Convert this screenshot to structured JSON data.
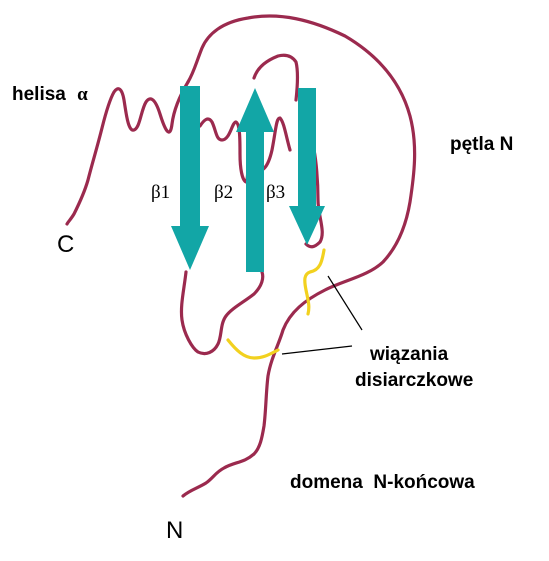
{
  "labels": {
    "helix": "helisa",
    "helix_symbol": "α",
    "loop": "pętla N",
    "strand1": "β1",
    "strand2": "β2",
    "strand3": "β3",
    "c_terminus": "C",
    "n_terminus": "N",
    "disulfide_line1": "wiązania",
    "disulfide_line2": "disiarczkowe",
    "n_domain": "domena  N-końcowa"
  },
  "colors": {
    "backbone": "#9b2a4e",
    "strand": "#12a6a6",
    "disulfide": "#f2d11f",
    "text": "#000000"
  }
}
